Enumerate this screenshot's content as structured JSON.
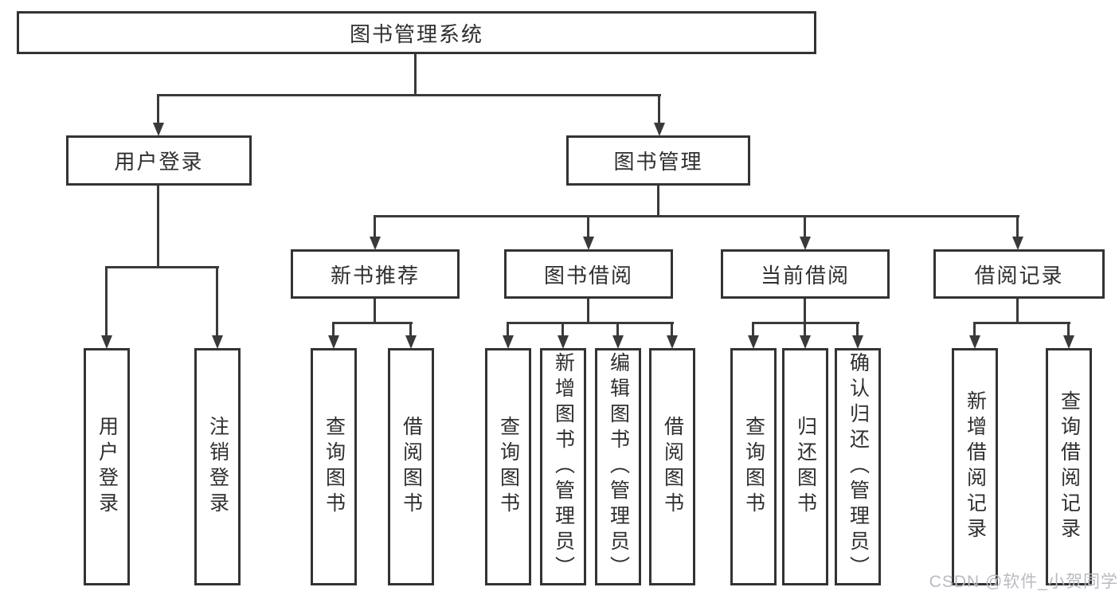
{
  "tree": {
    "label": "图书管理系统",
    "children": [
      {
        "label": "用户登录",
        "children": [
          {
            "label": "用户登录"
          },
          {
            "label": "注销登录"
          }
        ]
      },
      {
        "label": "图书管理",
        "children": [
          {
            "label": "新书推荐",
            "children": [
              {
                "label": "查询图书"
              },
              {
                "label": "借阅图书"
              }
            ]
          },
          {
            "label": "图书借阅",
            "children": [
              {
                "label": "查询图书"
              },
              {
                "label": "新增图书（管理员）"
              },
              {
                "label": "编辑图书（管理员）"
              },
              {
                "label": "借阅图书"
              }
            ]
          },
          {
            "label": "当前借阅",
            "children": [
              {
                "label": "查询图书"
              },
              {
                "label": "归还图书"
              },
              {
                "label": "确认归还（管理员）"
              }
            ]
          },
          {
            "label": "借阅记录",
            "children": [
              {
                "label": "新增借阅记录"
              },
              {
                "label": "查询借阅记录"
              }
            ]
          }
        ]
      }
    ]
  },
  "watermark": "CSDN @软件_小贺同学",
  "colors": {
    "ink": "#333333",
    "line": "#3a3a3a",
    "watermark": "#b7bbc2"
  }
}
